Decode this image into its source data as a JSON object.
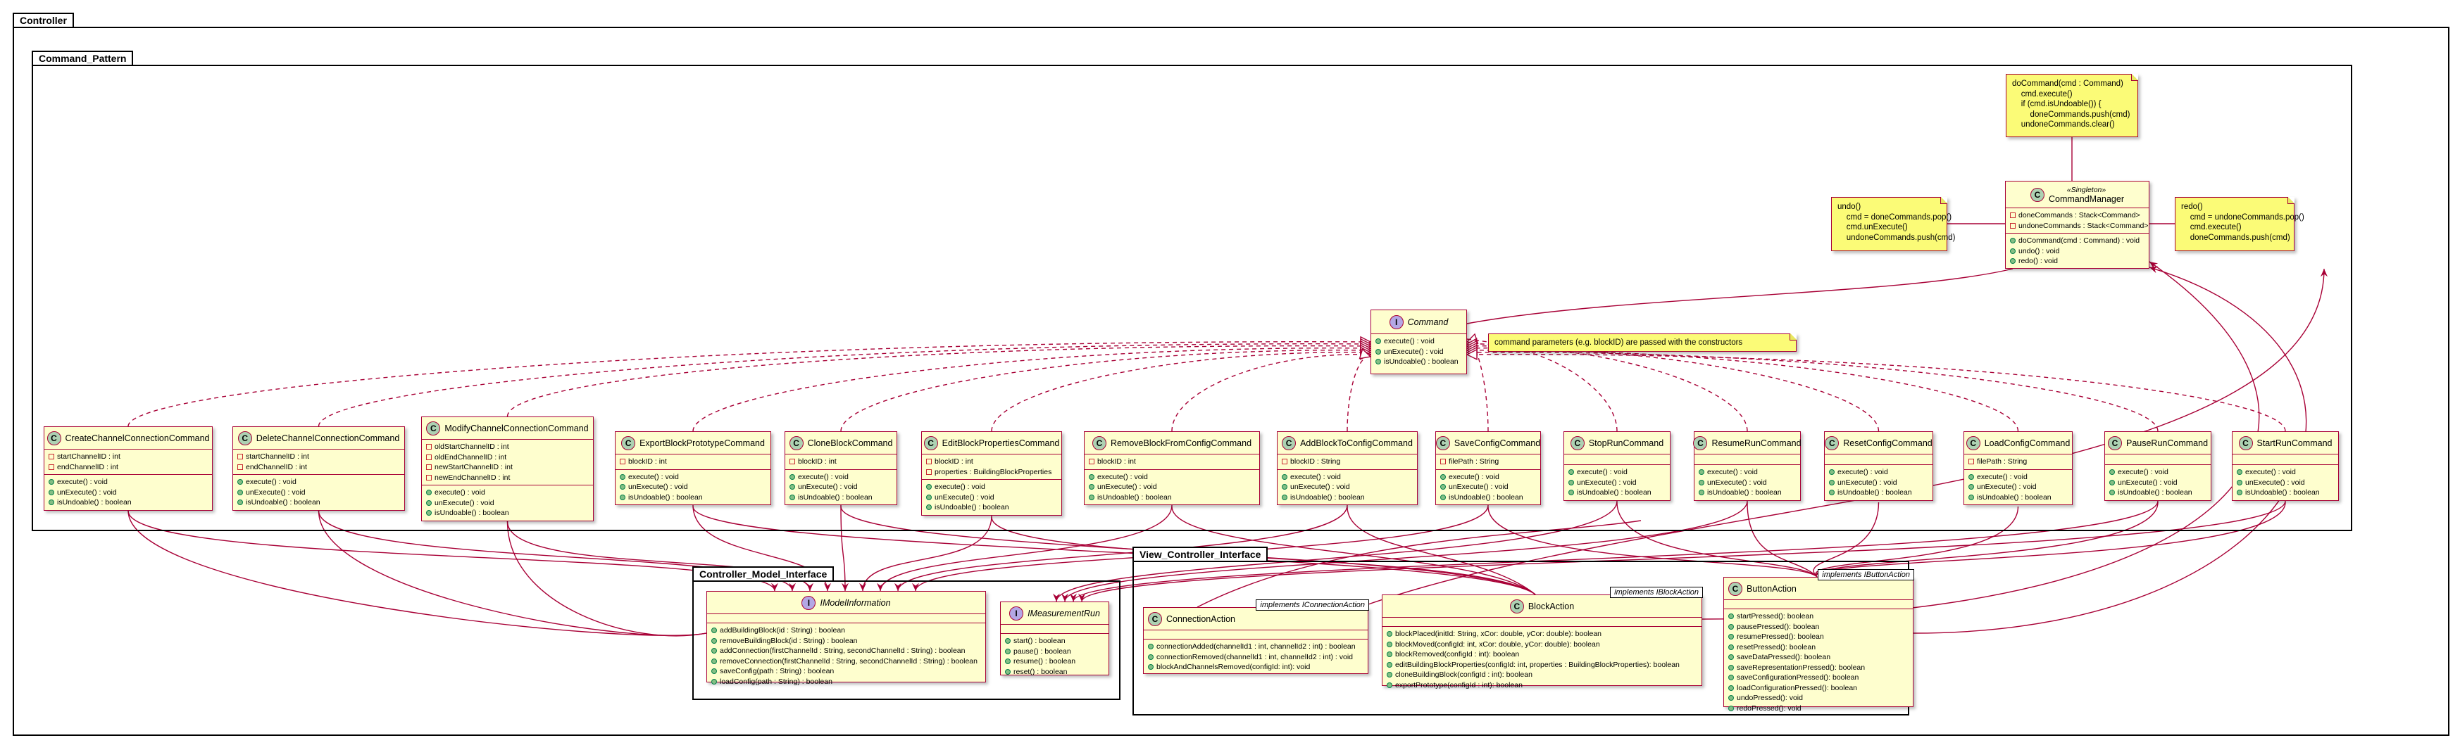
{
  "packages": {
    "controller": "Controller",
    "command_pattern": "Command_Pattern",
    "controller_model_interface": "Controller_Model_Interface",
    "view_controller_interface": "View_Controller_Interface"
  },
  "colors": {
    "class_fill": "#fefece",
    "class_border": "#a80036",
    "note_fill": "#fbfb77",
    "edge": "#a80036"
  },
  "icons": {
    "class": "C",
    "interface": "I"
  },
  "notes": {
    "do_command": "doCommand(cmd : Command)\n    cmd.execute()\n    if (cmd.isUndoable()) {\n        doneCommands.push(cmd)\n    undoneCommands.clear()",
    "undo": "undo()\n    cmd = doneCommands.pop()\n    cmd.unExecute()\n    undoneCommands.push(cmd)",
    "redo": "redo()\n    cmd = undoneCommands.pop()\n    cmd.execute()\n    doneCommands.push(cmd)",
    "command_params": "command parameters (e.g. blockID) are passed with the constructors"
  },
  "command_manager": {
    "stereotype": "«Singleton»",
    "name": "CommandManager",
    "fields": [
      "doneCommands : Stack<Command>",
      "undoneCommands : Stack<Command>"
    ],
    "methods": [
      "doCommand(cmd : Command) : void",
      "undo() : void",
      "redo() : void"
    ]
  },
  "command": {
    "name": "Command",
    "methods": [
      "execute() : void",
      "unExecute() : void",
      "isUndoable() : boolean"
    ]
  },
  "commands": [
    {
      "name": "CreateChannelConnectionCommand",
      "fields": [
        "startChannelID : int",
        "endChannelID : int"
      ]
    },
    {
      "name": "DeleteChannelConnectionCommand",
      "fields": [
        "startChannelID : int",
        "endChannelID : int"
      ]
    },
    {
      "name": "ModifyChannelConnectionCommand",
      "fields": [
        "oldStartChannelID : int",
        "oldEndChannelID : int",
        "newStartChannelID : int",
        "newEndChannelID : int"
      ]
    },
    {
      "name": "ExportBlockPrototypeCommand",
      "fields": [
        "blockID : int"
      ]
    },
    {
      "name": "CloneBlockCommand",
      "fields": [
        "blockID : int"
      ]
    },
    {
      "name": "EditBlockPropertiesCommand",
      "fields": [
        "blockID : int",
        "properties : BuildingBlockProperties"
      ]
    },
    {
      "name": "RemoveBlockFromConfigCommand",
      "fields": [
        "blockID : int"
      ]
    },
    {
      "name": "AddBlockToConfigCommand",
      "fields": [
        "blockID : String"
      ]
    },
    {
      "name": "SaveConfigCommand",
      "fields": [
        "filePath : String"
      ]
    },
    {
      "name": "StopRunCommand",
      "fields": []
    },
    {
      "name": "ResumeRunCommand",
      "fields": []
    },
    {
      "name": "ResetConfigCommand",
      "fields": []
    },
    {
      "name": "LoadConfigCommand",
      "fields": [
        "filePath : String"
      ]
    },
    {
      "name": "PauseRunCommand",
      "fields": []
    },
    {
      "name": "StartRunCommand",
      "fields": []
    }
  ],
  "command_methods": [
    "execute() : void",
    "unExecute() : void",
    "isUndoable() : boolean"
  ],
  "imodel": {
    "name": "IModelInformation",
    "methods": [
      "addBuildingBlock(id : String) : boolean",
      "removeBuildingBlock(id : String) : boolean",
      "addConnection(firstChannelId : String, secondChannelId : String) : boolean",
      "removeConnection(firstChannelId : String, secondChannelId : String) : boolean",
      "saveConfig(path : String) : boolean",
      "loadConfig(path : String) : boolean"
    ]
  },
  "imeasure": {
    "name": "IMeasurementRun",
    "methods": [
      "start() : boolean",
      "pause() : boolean",
      "resume() : boolean",
      "reset() : boolean"
    ]
  },
  "connection_action": {
    "name": "ConnectionAction",
    "implements": "implements IConnectionAction",
    "methods": [
      "connectionAdded(channelId1 : int, channelId2 : int) : boolean",
      "connectionRemoved(channelId1 : int, channelId2 : int) : void",
      "blockAndChannelsRemoved(configId: int): void"
    ]
  },
  "block_action": {
    "name": "BlockAction",
    "implements": "implements IBlockAction",
    "methods": [
      "blockPlaced(initId: String, xCor: double, yCor: double): boolean",
      "blockMoved(configId: int, xCor: double, yCor: double): boolean",
      "blockRemoved(configId : int): boolean",
      "editBuildingBlockProperties(configId: int, properties : BuildingBlockProperties): boolean",
      "cloneBuildingBlock(configId : int): boolean",
      "exportPrototype(configId : int): boolean"
    ]
  },
  "button_action": {
    "name": "ButtonAction",
    "implements": "implements IButtonAction",
    "methods": [
      "startPressed(): boolean",
      "pausePressed(): boolean",
      "resumePressed(): boolean",
      "resetPressed(): boolean",
      "saveDataPressed(): boolean",
      "saveRepresentationPressed(): boolean",
      "saveConfigurationPressed(): boolean",
      "loadConfigurationPressed(): boolean",
      "undoPressed(): void",
      "redoPressed(): void"
    ]
  }
}
